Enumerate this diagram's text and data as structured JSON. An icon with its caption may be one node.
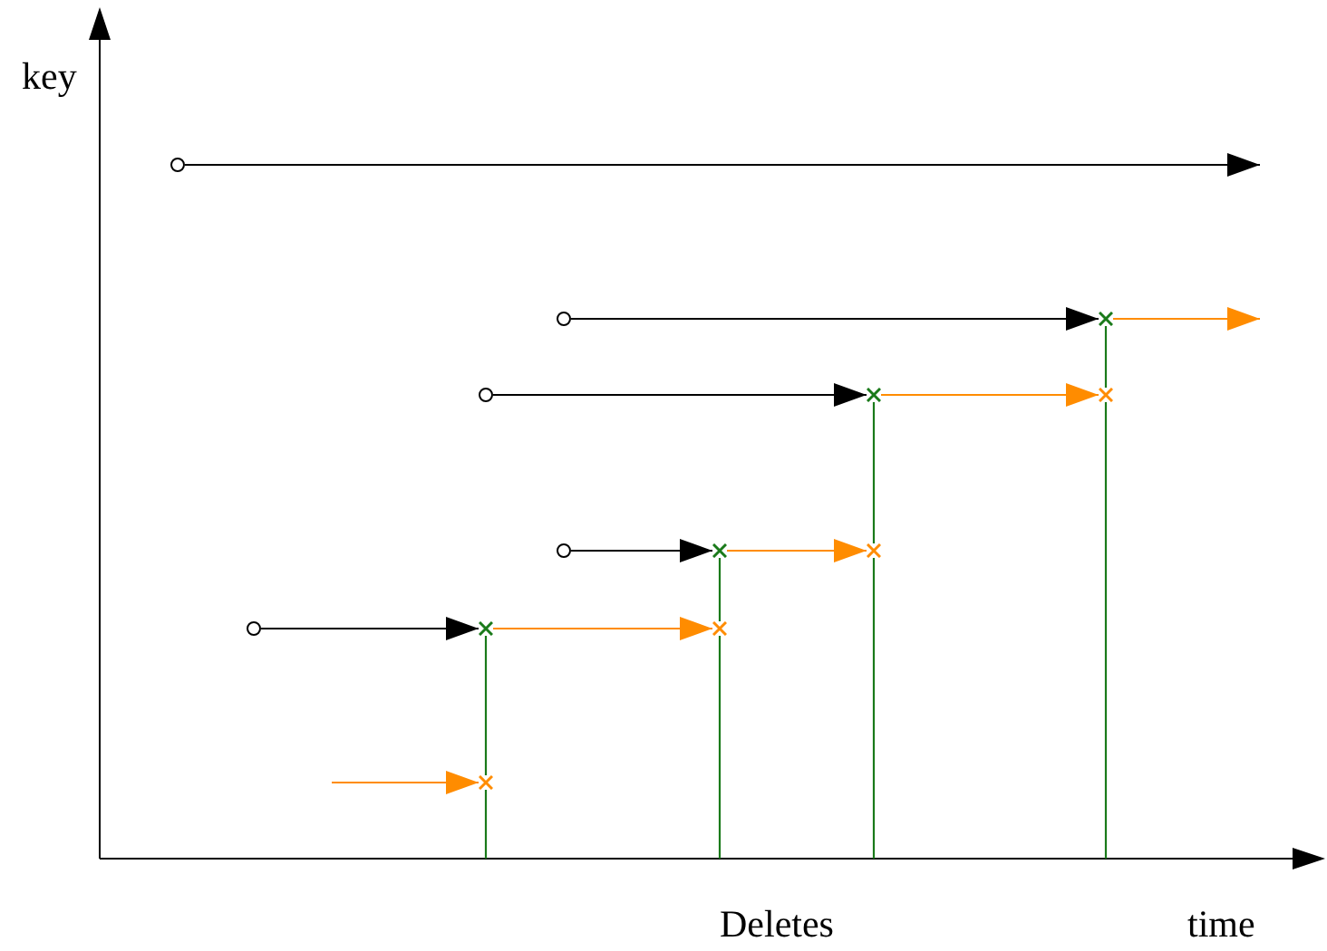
{
  "diagram": {
    "nodes": [
      {
        "text": [],
        "shape": "circle"
      },
      {
        "text": [],
        "shape": "circle"
      },
      {
        "text": [],
        "shape": "cross"
      },
      {
        "text": [],
        "shape": "circle"
      },
      {
        "text": [],
        "shape": "cross"
      },
      {
        "text": [],
        "shape": "cross"
      },
      {
        "text": [],
        "shape": "circle"
      },
      {
        "text": [],
        "shape": "cross"
      },
      {
        "text": [],
        "shape": "cross"
      },
      {
        "text": [],
        "shape": "circle"
      },
      {
        "text": [],
        "shape": "cross"
      },
      {
        "text": [],
        "shape": "cross"
      },
      {
        "text": [],
        "shape": "cross"
      }
    ],
    "edges": [
      {
        "from": 0,
        "to": null,
        "arrow": "to",
        "color": "#000000"
      },
      {
        "from": 1,
        "to": 2,
        "arrow": "to",
        "color": "#000000"
      },
      {
        "from": 2,
        "to": null,
        "arrow": "to",
        "color": "#ff8c00"
      },
      {
        "from": 3,
        "to": 4,
        "arrow": "to",
        "color": "#000000"
      },
      {
        "from": 4,
        "to": 5,
        "arrow": "to",
        "color": "#ff8c00"
      },
      {
        "from": 6,
        "to": 7,
        "arrow": "to",
        "color": "#000000"
      },
      {
        "from": 7,
        "to": 8,
        "arrow": "to",
        "color": "#ff8c00"
      },
      {
        "from": 9,
        "to": 10,
        "arrow": "to",
        "color": "#000000"
      },
      {
        "from": 10,
        "to": 11,
        "arrow": "to",
        "color": "#ff8c00"
      },
      {
        "from": null,
        "to": 12,
        "arrow": "to",
        "color": "#ff8c00"
      },
      {
        "from": 2,
        "to": 5,
        "arrow": "none",
        "color": "#1a7a1a"
      },
      {
        "from": 4,
        "to": 8,
        "arrow": "none",
        "color": "#1a7a1a"
      },
      {
        "from": 7,
        "to": 11,
        "arrow": "none",
        "color": "#1a7a1a"
      },
      {
        "from": 10,
        "to": 12,
        "arrow": "none",
        "color": "#1a7a1a"
      },
      {
        "from": 12,
        "to": null,
        "arrow": "none",
        "color": "#1a7a1a"
      },
      {
        "from": 11,
        "to": null,
        "arrow": "none",
        "color": "#1a7a1a"
      },
      {
        "from": 8,
        "to": null,
        "arrow": "none",
        "color": "#1a7a1a"
      },
      {
        "from": 5,
        "to": null,
        "arrow": "none",
        "color": "#1a7a1a"
      }
    ],
    "labels": [
      "key",
      "Deletes",
      "time"
    ]
  }
}
